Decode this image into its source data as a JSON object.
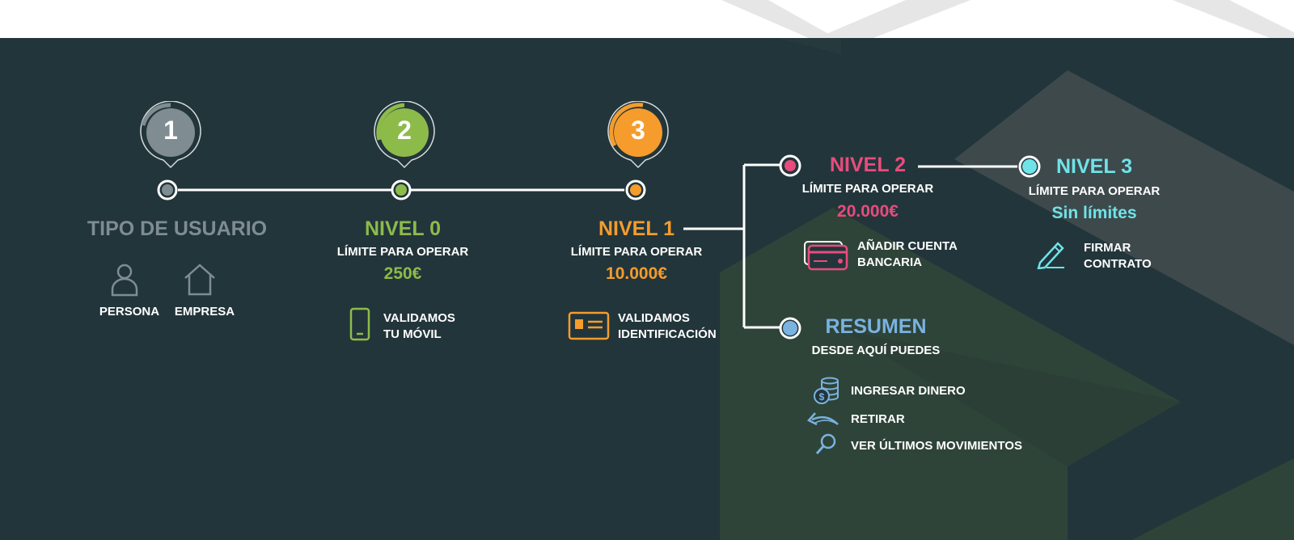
{
  "colors": {
    "background": "#22353b",
    "gray": "#7f8d92",
    "green": "#8dbb4a",
    "orange": "#f59c2c",
    "pink": "#e84c7c",
    "cyan": "#6fe3e8",
    "blue": "#7ab2e0",
    "line": "#ffffff"
  },
  "steps": [
    {
      "number": "1",
      "color": "#7f8d92"
    },
    {
      "number": "2",
      "color": "#8dbb4a"
    },
    {
      "number": "3",
      "color": "#f59c2c"
    }
  ],
  "tipo_usuario": {
    "title": "TIPO DE USUARIO",
    "options": [
      {
        "label": "PERSONA",
        "icon": "person-icon"
      },
      {
        "label": "EMPRESA",
        "icon": "house-icon"
      }
    ]
  },
  "nivel0": {
    "title": "NIVEL 0",
    "limit_label": "LÍMITE PARA OPERAR",
    "limit_value": "250€",
    "action": {
      "line1": "VALIDAMOS",
      "line2": "TU MÓVIL",
      "icon": "mobile-phone-icon"
    }
  },
  "nivel1": {
    "title": "NIVEL 1",
    "limit_label": "LÍMITE PARA OPERAR",
    "limit_value": "10.000€",
    "action": {
      "line1": "VALIDAMOS",
      "line2": "IDENTIFICACIÓN",
      "icon": "id-card-icon"
    }
  },
  "nivel2": {
    "title": "NIVEL 2",
    "limit_label": "LÍMITE PARA OPERAR",
    "limit_value": "20.000€",
    "action": {
      "line1": "AÑADIR CUENTA",
      "line2": "BANCARIA",
      "icon": "credit-card-icon"
    }
  },
  "nivel3": {
    "title": "NIVEL 3",
    "limit_label": "LÍMITE PARA OPERAR",
    "limit_value": "Sin límites",
    "action": {
      "line1": "FIRMAR",
      "line2": "CONTRATO",
      "icon": "pen-icon"
    }
  },
  "resumen": {
    "title": "RESUMEN",
    "subtitle": "DESDE AQUÍ PUEDES",
    "items": [
      {
        "label": "INGRESAR DINERO",
        "icon": "coins-icon"
      },
      {
        "label": "RETIRAR",
        "icon": "arrow-back-icon"
      },
      {
        "label": "VER ÚLTIMOS MOVIMIENTOS",
        "icon": "magnifier-icon"
      }
    ]
  }
}
